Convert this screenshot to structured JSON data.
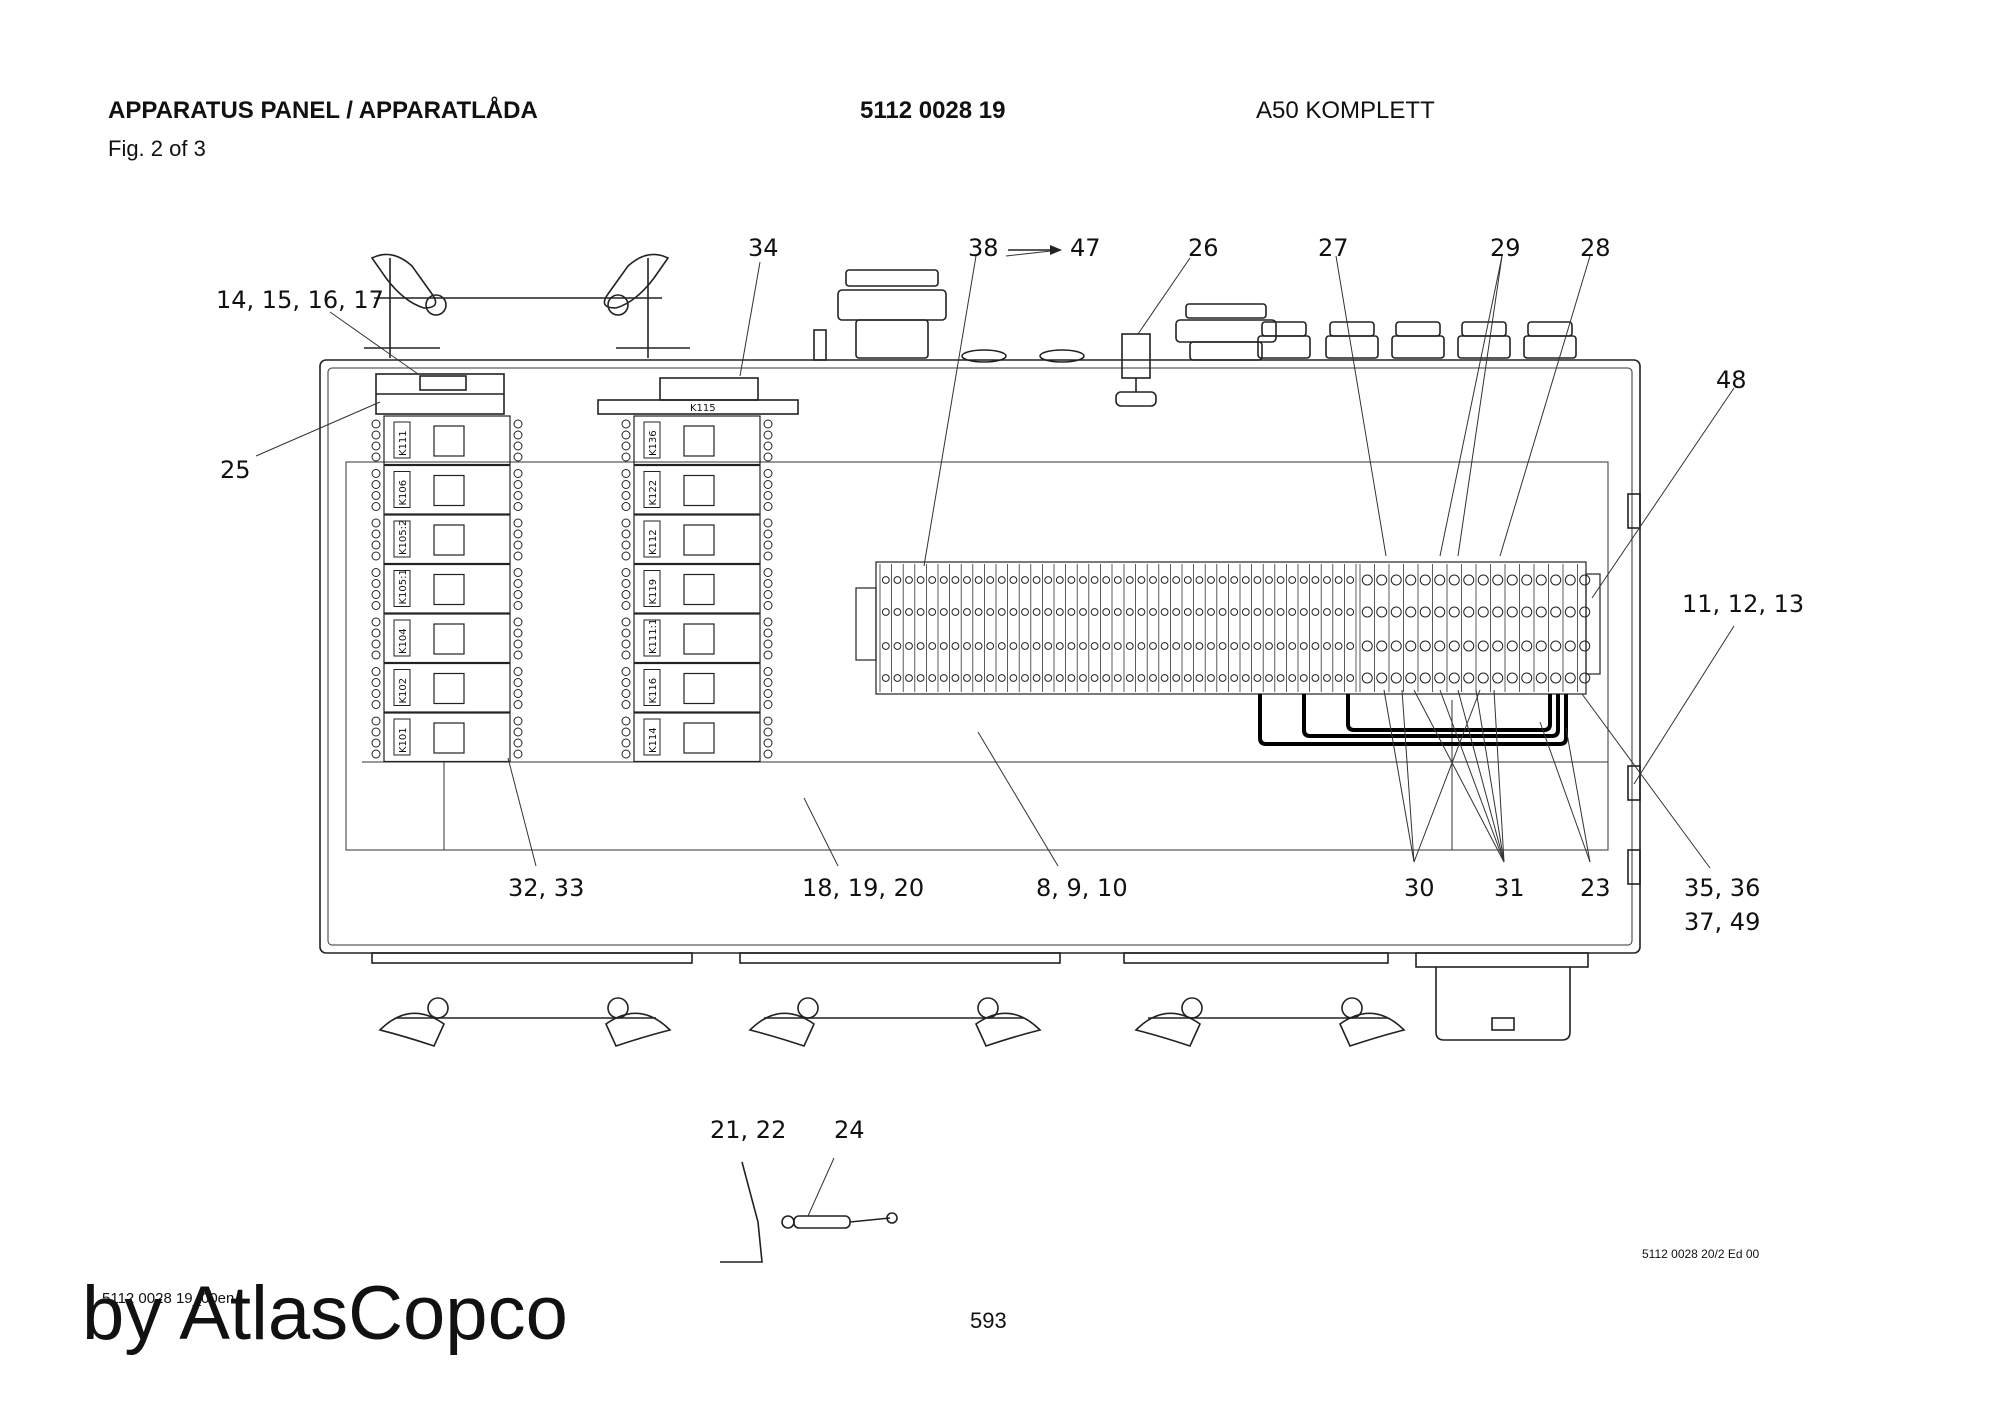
{
  "header": {
    "title": "APPARATUS PANEL / APPARATLÅDA",
    "part_number": "5112 0028 19",
    "model": "A50 KOMPLETT",
    "figure": "Fig. 2 of 3"
  },
  "relays_left": [
    "K111",
    "K106",
    "K105:2",
    "K105:1",
    "K104",
    "K102",
    "K101"
  ],
  "relays_right": [
    "K136",
    "K122",
    "K112",
    "K119",
    "K111:1",
    "K116",
    "K114"
  ],
  "top_relay_label": "K115",
  "callouts": {
    "c_14_17": "14, 15, 16, 17",
    "c_34": "34",
    "c_38": "38",
    "c_47": "47",
    "c_26": "26",
    "c_27": "27",
    "c_29": "29",
    "c_28": "28",
    "c_48": "48",
    "c_25": "25",
    "c_11_13": "11, 12, 13",
    "c_32_33": "32, 33",
    "c_18_20": "18, 19, 20",
    "c_8_10": "8, 9, 10",
    "c_30": "30",
    "c_31": "31",
    "c_23": "23",
    "c_35_36": "35, 36",
    "c_37_49": "37, 49",
    "c_21_22": "21, 22",
    "c_24": "24"
  },
  "footer": {
    "edition": "5112 0028 20/2 Ed 00",
    "doc_ref": "5112 0028 19_00en",
    "page_number": "593",
    "brand": "by AtlasCopco"
  }
}
